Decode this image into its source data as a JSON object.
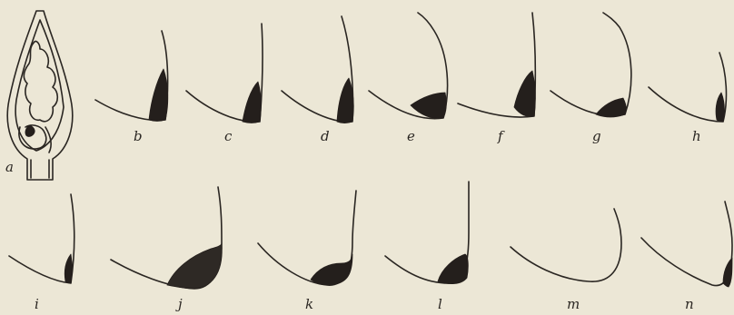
{
  "figure": {
    "labels": [
      "a",
      "b",
      "c",
      "d",
      "e",
      "f",
      "g",
      "h",
      "i",
      "j",
      "k",
      "l",
      "m",
      "n"
    ]
  },
  "colors": {
    "background": "#ece7d6",
    "ink": "#2a2622",
    "shading": "#241f1c"
  }
}
